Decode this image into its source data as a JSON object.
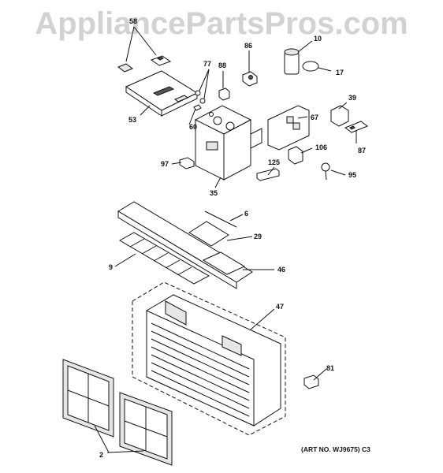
{
  "watermark": "AppliancePartsPros.com",
  "art_number": "(ART NO. WJ9675) C3",
  "callouts": [
    "58",
    "77",
    "88",
    "86",
    "10",
    "17",
    "53",
    "60",
    "39",
    "67",
    "87",
    "106",
    "97",
    "125",
    "95",
    "35",
    "6",
    "29",
    "9",
    "46",
    "47",
    "81",
    "2"
  ]
}
